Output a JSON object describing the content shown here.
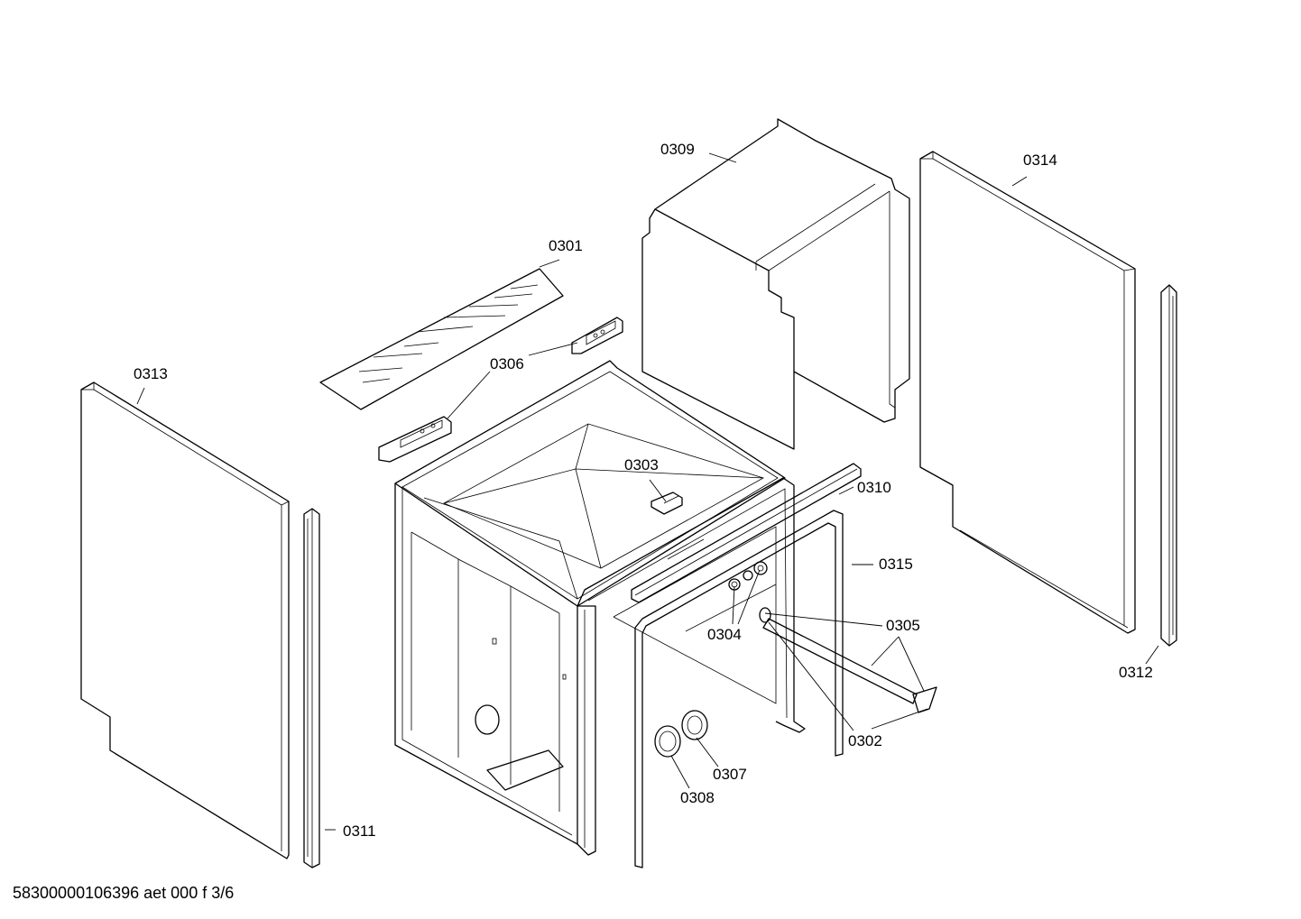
{
  "diagram": {
    "labels": {
      "p0301": "0301",
      "p0302": "0302",
      "p0303": "0303",
      "p0304": "0304",
      "p0305": "0305",
      "p0306": "0306",
      "p0307": "0307",
      "p0308": "0308",
      "p0309": "0309",
      "p0310": "0310",
      "p0311": "0311",
      "p0312": "0312",
      "p0313": "0313",
      "p0314": "0314",
      "p0315": "0315"
    }
  },
  "footer": {
    "document_ref": "58300000106396 aet 000 f 3/6"
  }
}
